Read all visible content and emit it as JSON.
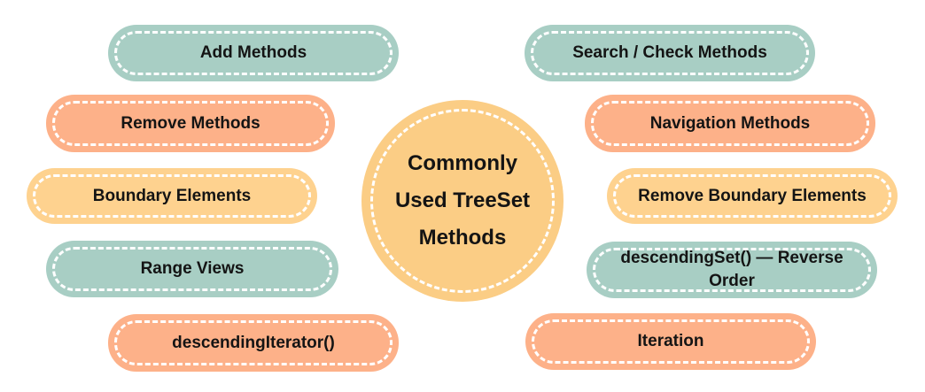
{
  "colors": {
    "teal": "#a8cec4",
    "orange": "#fdb189",
    "yellow": "#fed28f",
    "center_circle": "#fbcd85",
    "dashed_outline": "#ffffff",
    "text": "#141414",
    "background": "#ffffff"
  },
  "center": {
    "title": "Commonly Used TreeSet Methods",
    "lines": [
      "Commonly",
      "Used TreeSet",
      "Methods"
    ],
    "color": "#fbcd85"
  },
  "pills": {
    "left": [
      {
        "label": "Add Methods",
        "color": "#a8cec4"
      },
      {
        "label": "Remove Methods",
        "color": "#fdb189"
      },
      {
        "label": "Boundary Elements",
        "color": "#fed28f"
      },
      {
        "label": "Range Views",
        "color": "#a8cec4"
      },
      {
        "label": "descendingIterator()",
        "color": "#fdb189"
      }
    ],
    "right": [
      {
        "label": "Search / Check Methods",
        "color": "#a8cec4"
      },
      {
        "label": "Navigation Methods",
        "color": "#fdb189"
      },
      {
        "label": "Remove Boundary Elements",
        "color": "#fed28f"
      },
      {
        "label": "descendingSet() — Reverse Order",
        "color": "#a8cec4"
      },
      {
        "label": "Iteration",
        "color": "#fdb189"
      }
    ]
  }
}
